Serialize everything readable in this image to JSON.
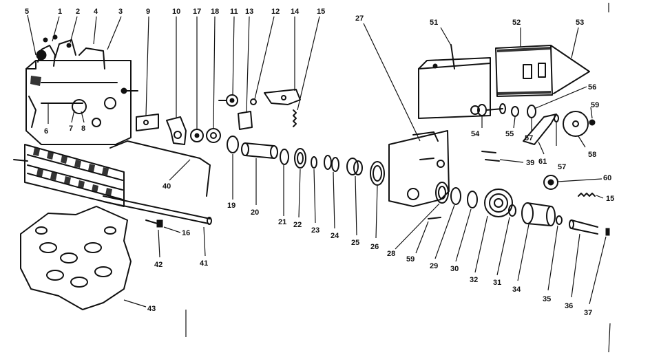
{
  "diagram": {
    "colors": {
      "ink": "#111111",
      "paper": "#ffffff"
    },
    "callouts": [
      {
        "n": "5"
      },
      {
        "n": "1"
      },
      {
        "n": "2"
      },
      {
        "n": "4"
      },
      {
        "n": "3"
      },
      {
        "n": "9"
      },
      {
        "n": "10"
      },
      {
        "n": "17"
      },
      {
        "n": "18"
      },
      {
        "n": "11"
      },
      {
        "n": "13"
      },
      {
        "n": "12"
      },
      {
        "n": "14"
      },
      {
        "n": "15"
      },
      {
        "n": "27"
      },
      {
        "n": "51"
      },
      {
        "n": "52"
      },
      {
        "n": "53"
      },
      {
        "n": "56"
      },
      {
        "n": "59"
      },
      {
        "n": "54"
      },
      {
        "n": "55"
      },
      {
        "n": "57"
      },
      {
        "n": "61"
      },
      {
        "n": "57"
      },
      {
        "n": "58"
      },
      {
        "n": "39"
      },
      {
        "n": "60"
      },
      {
        "n": "15"
      },
      {
        "n": "6"
      },
      {
        "n": "7"
      },
      {
        "n": "8"
      },
      {
        "n": "40"
      },
      {
        "n": "19"
      },
      {
        "n": "20"
      },
      {
        "n": "21"
      },
      {
        "n": "22"
      },
      {
        "n": "23"
      },
      {
        "n": "24"
      },
      {
        "n": "25"
      },
      {
        "n": "26"
      },
      {
        "n": "28"
      },
      {
        "n": "59"
      },
      {
        "n": "29"
      },
      {
        "n": "30"
      },
      {
        "n": "32"
      },
      {
        "n": "31"
      },
      {
        "n": "34"
      },
      {
        "n": "35"
      },
      {
        "n": "36"
      },
      {
        "n": "37"
      },
      {
        "n": "16"
      },
      {
        "n": "41"
      },
      {
        "n": "42"
      },
      {
        "n": "43"
      }
    ]
  }
}
